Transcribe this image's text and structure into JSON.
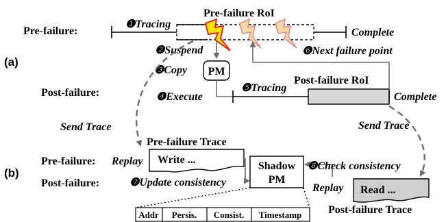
{
  "part_a": {
    "label": "(a)",
    "pre_failure_label": "Pre-failure:",
    "post_failure_label": "Post-failure:",
    "pre_roi_label": "Pre-failure RoI",
    "post_roi_label": "Post-failure RoI",
    "complete_1": "Complete",
    "complete_2": "Complete",
    "pm_label": "PM",
    "step1": "❶Tracing",
    "step2": "❷Suspend",
    "step3": "❸Copy",
    "step4": "❹Execute",
    "step5": "❺Tracing",
    "step6": "❻Next failure point",
    "send_trace_left": "Send Trace",
    "send_trace_right": "Send Trace"
  },
  "part_b": {
    "label": "(b)",
    "pre_failure_label": "Pre-failure:",
    "post_failure_label": "Post-failure:",
    "replay_left": "Replay",
    "replay_right": "Replay",
    "pre_trace_title": "Pre-failure Trace",
    "pre_trace_content": "Write ...",
    "post_trace_title": "Post-failure Trace",
    "post_trace_content": "Read ...",
    "shadow_pm_line1": "Shadow",
    "shadow_pm_line2": "PM",
    "step7": "❼Update consistency",
    "step8": "❽Check consistency",
    "table_headers": [
      "Addr",
      "Persis.",
      "Consist.",
      "Timestamp"
    ]
  },
  "colors": {
    "lightning_primary": "#ffe400",
    "lightning_primary_stroke": "#e2231a",
    "lightning_faded": "#f7d9a6",
    "lightning_faded_stroke": "#e58a8a",
    "post_roi_fill": "#d8d8d8",
    "post_trace_fill": "#cfcfcf",
    "dashed_arrow": "#6b6b6b"
  }
}
